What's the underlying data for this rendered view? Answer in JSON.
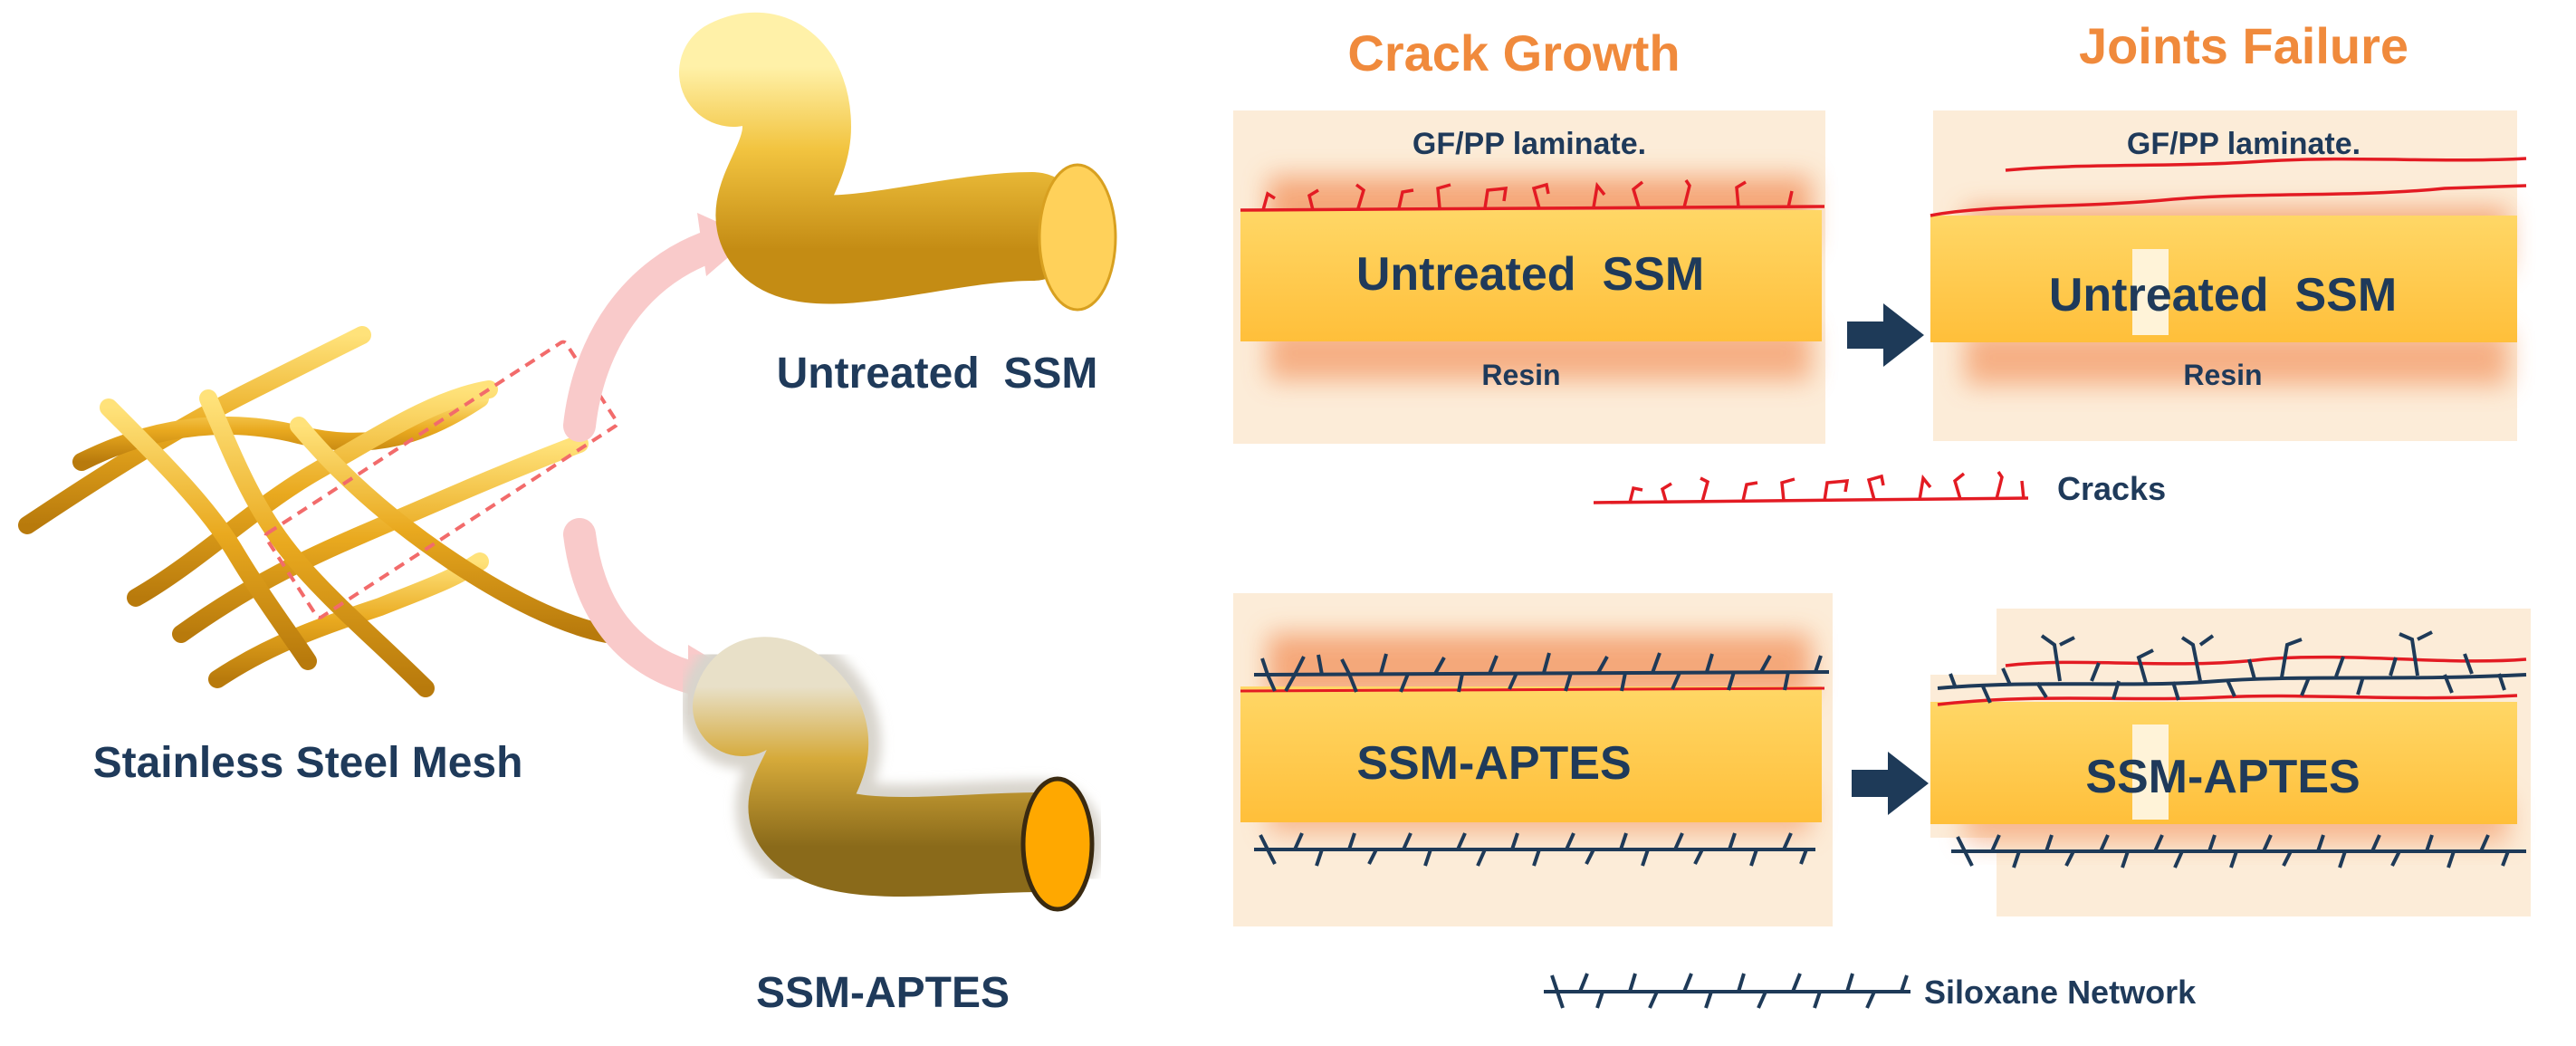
{
  "figure": {
    "left": {
      "mesh_label": "Stainless Steel Mesh",
      "untreated_label": "Untreated  SSM",
      "aptes_label": "SSM-APTES"
    },
    "headers": {
      "crack_growth": "Crack Growth",
      "joints_failure": "Joints Failure"
    },
    "panels": {
      "laminate_label": "GF/PP laminate.",
      "resin_label": "Resin",
      "untreated_core": "Untreated  SSM",
      "aptes_core": "SSM-APTES"
    },
    "legend": {
      "cracks": "Cracks",
      "siloxane": "Siloxane Network"
    },
    "colors": {
      "steel": "#e9a91f",
      "steel_light": "#ffd766",
      "band": "#ffc84a",
      "glow": "#f2a06a",
      "panel_bg": "#fcecd8",
      "crack": "#e31b23",
      "siloxane": "#1e3a58",
      "arrow": "#1e3a58",
      "text": "#1f3a5a",
      "header": "#f08a3c"
    }
  }
}
